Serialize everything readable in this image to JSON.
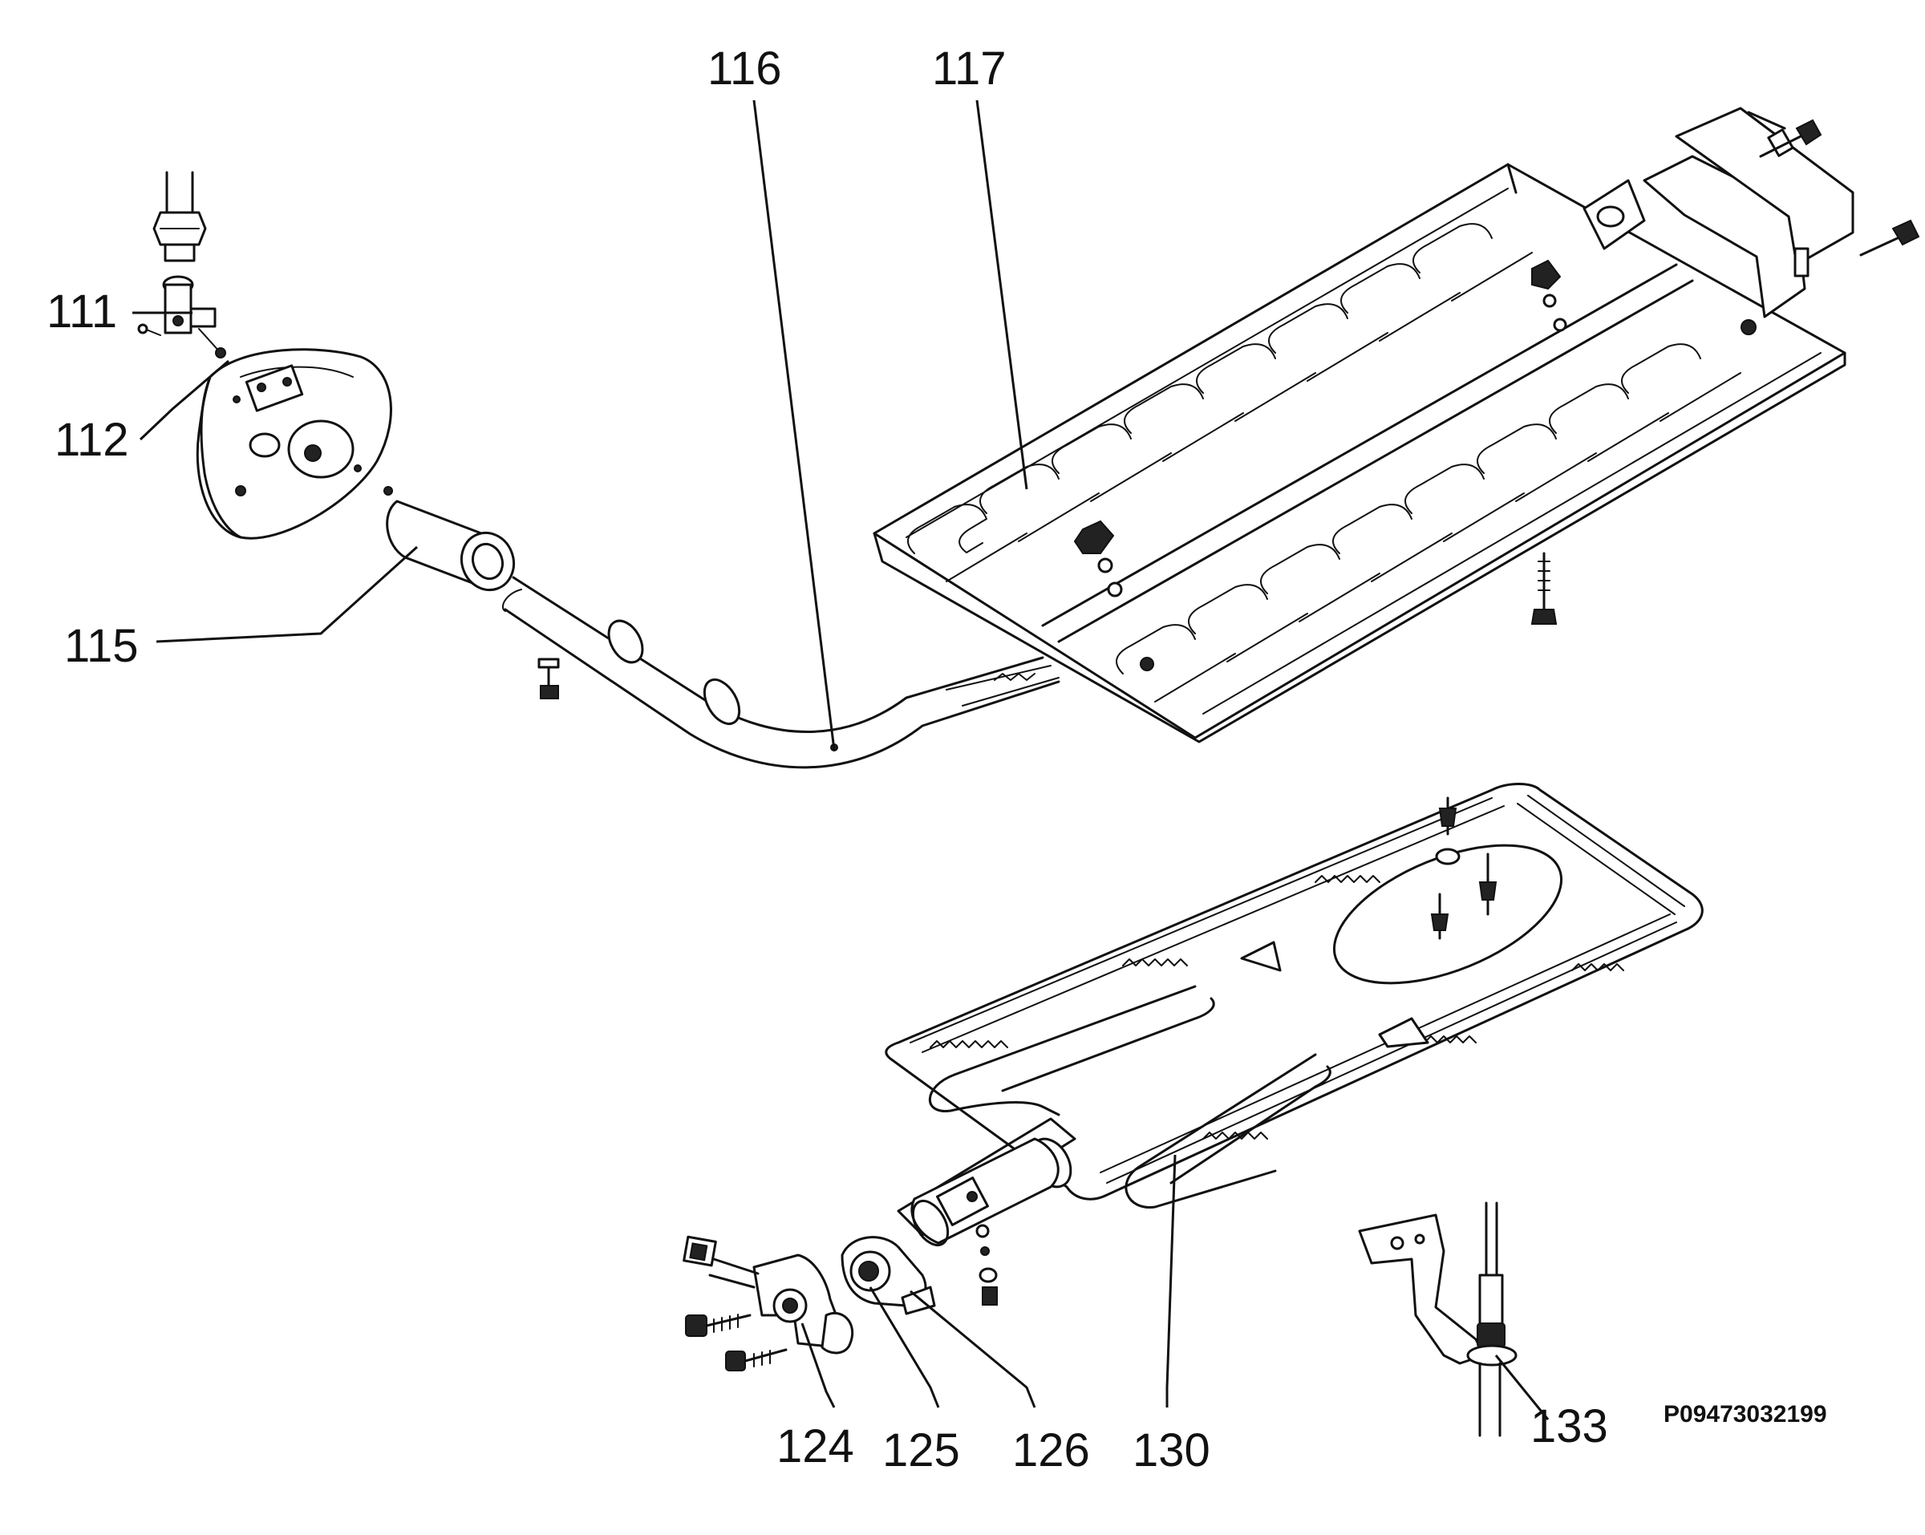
{
  "callouts": [
    {
      "id": "111",
      "label": "111"
    },
    {
      "id": "112",
      "label": "112"
    },
    {
      "id": "115",
      "label": "115"
    },
    {
      "id": "116",
      "label": "116"
    },
    {
      "id": "117",
      "label": "117"
    },
    {
      "id": "124",
      "label": "124"
    },
    {
      "id": "125",
      "label": "125"
    },
    {
      "id": "126",
      "label": "126"
    },
    {
      "id": "130",
      "label": "130"
    },
    {
      "id": "133",
      "label": "133"
    }
  ],
  "part_code": "P09473032199"
}
